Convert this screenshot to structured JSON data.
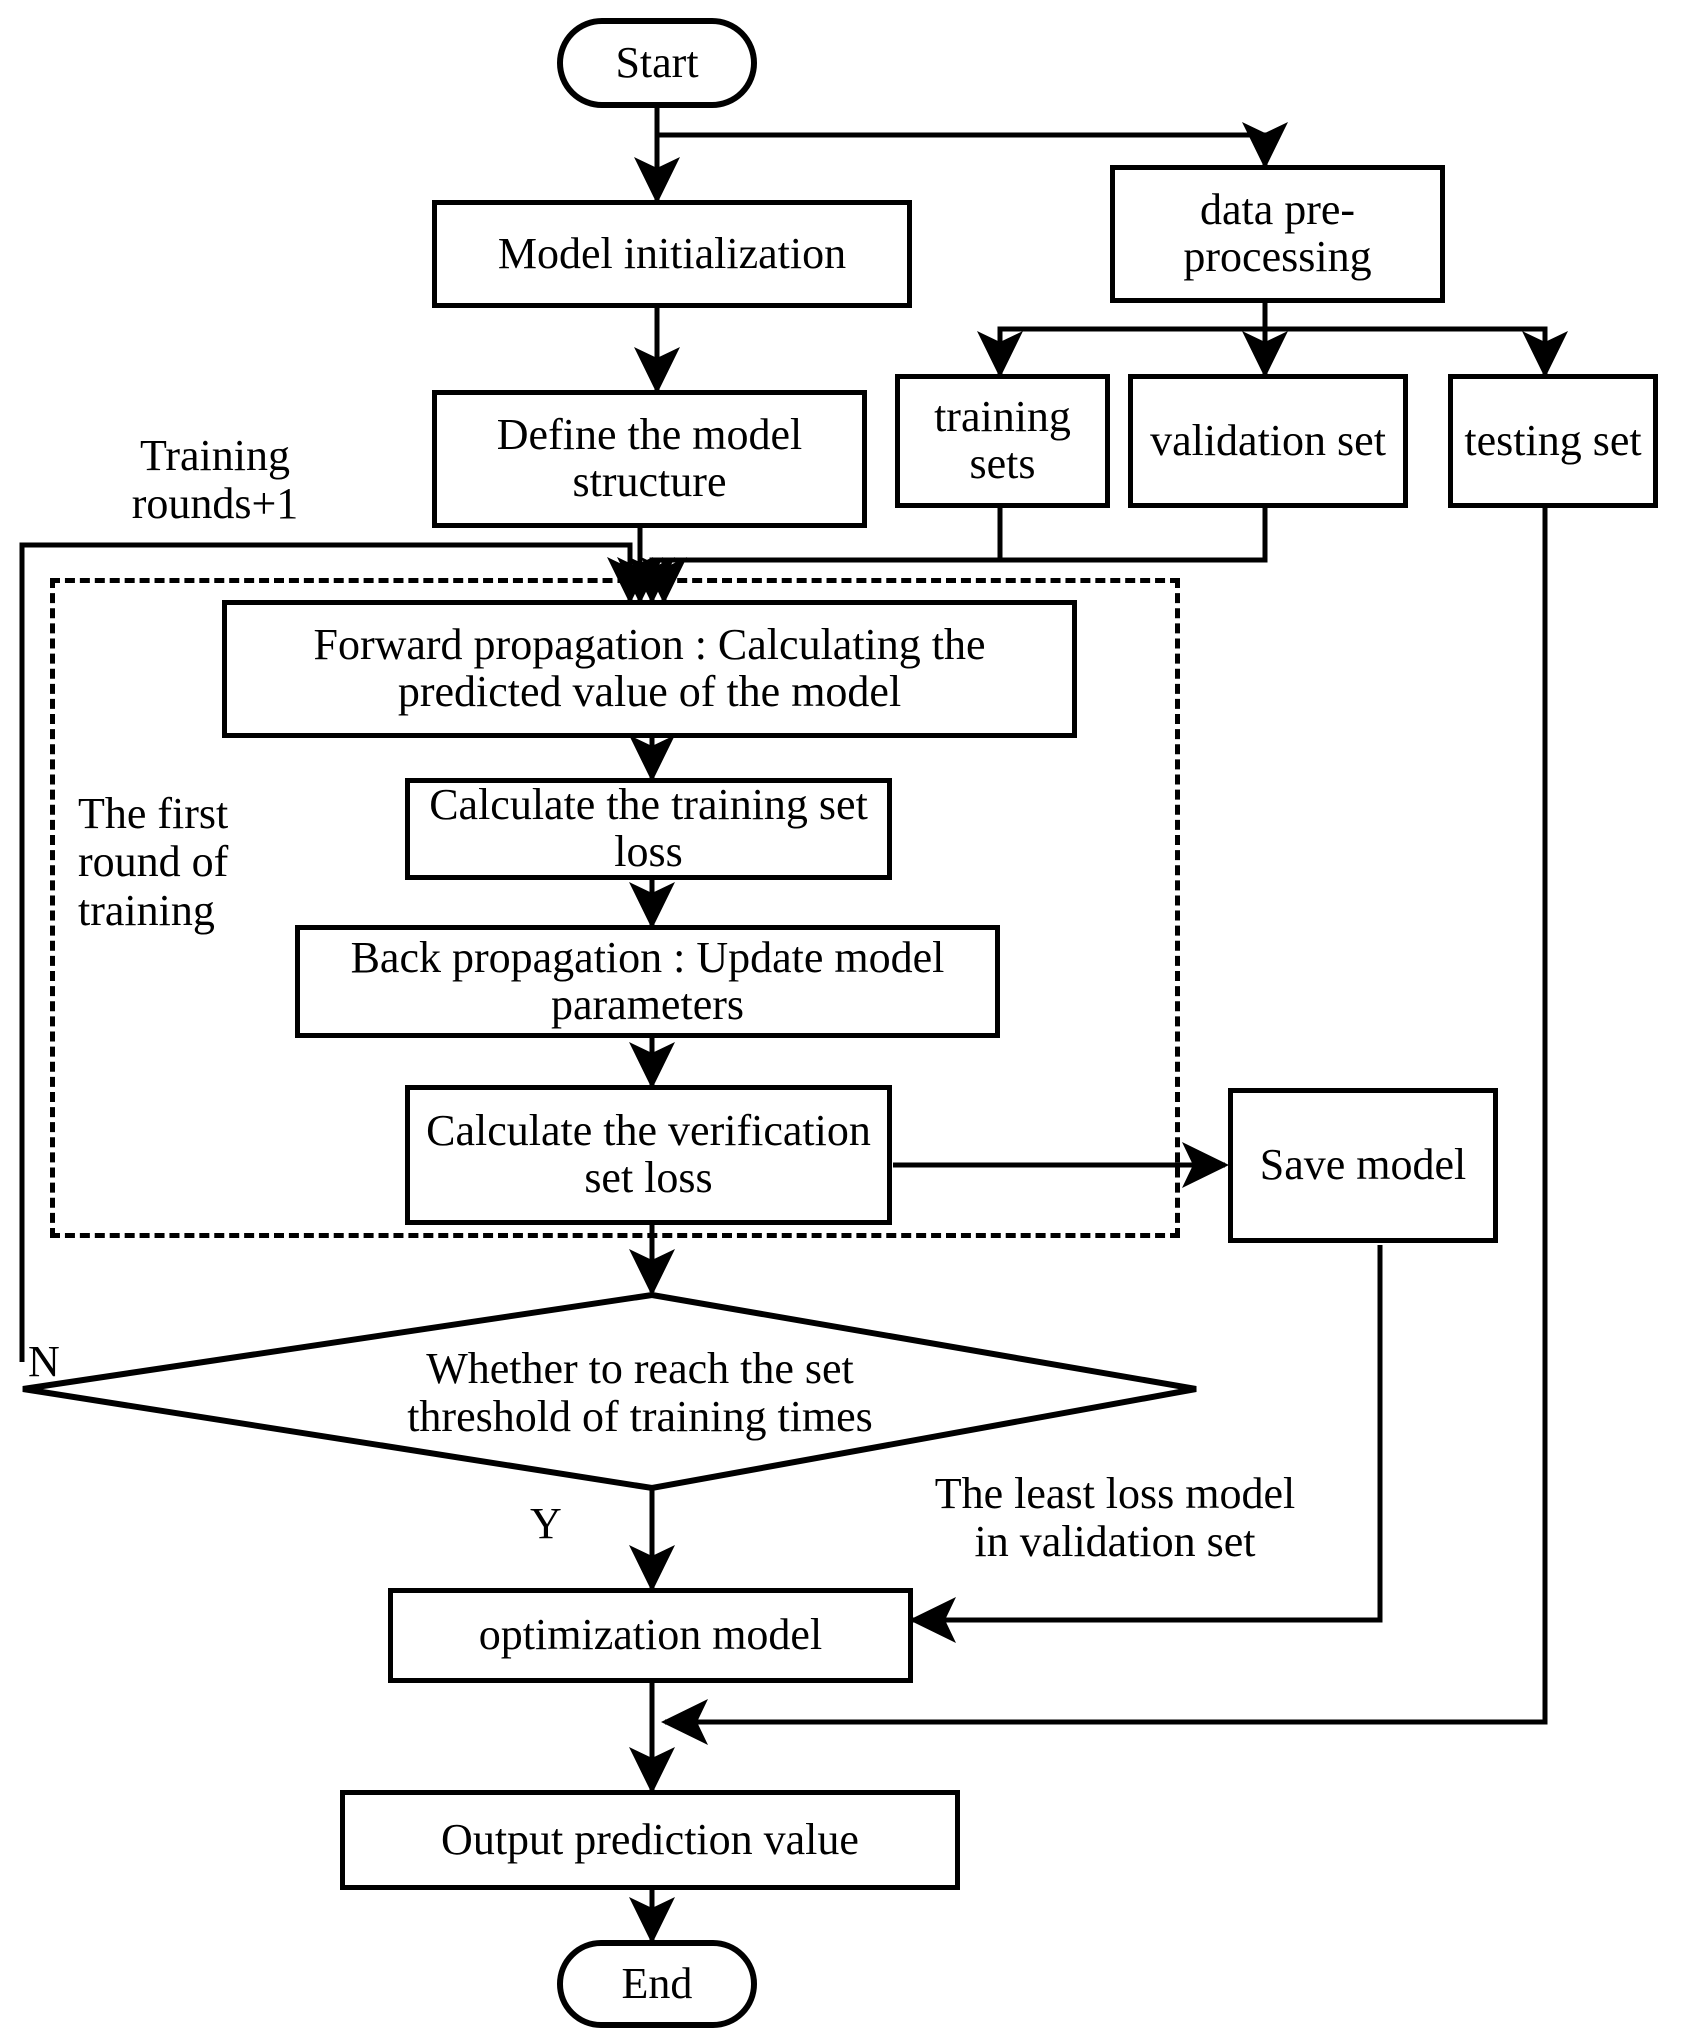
{
  "diagram": {
    "title": "Model training and prediction flowchart",
    "type": "flowchart",
    "orientation": "top-to-bottom",
    "stroke_color": "#000000",
    "background_color": "#ffffff"
  },
  "nodes": {
    "start": {
      "label": "Start",
      "shape": "terminal"
    },
    "model_init": {
      "label": "Model initialization",
      "shape": "process"
    },
    "data_pre": {
      "label": "data pre-\nprocessing",
      "shape": "process"
    },
    "define_structure": {
      "label": "Define the model\nstructure",
      "shape": "process"
    },
    "training_sets": {
      "label": "training\nsets",
      "shape": "process"
    },
    "validation_set": {
      "label": "validation\nset",
      "shape": "process"
    },
    "testing_set": {
      "label": "testing\nset",
      "shape": "process"
    },
    "forward_prop": {
      "label": "Forward propagation : Calculating\nthe predicted value of the model",
      "shape": "process"
    },
    "train_loss": {
      "label": "Calculate the\ntraining set loss",
      "shape": "process"
    },
    "back_prop": {
      "label": "Back propagation :\nUpdate model parameters",
      "shape": "process"
    },
    "verify_loss": {
      "label": "Calculate the\nverification set loss",
      "shape": "process"
    },
    "save_model": {
      "label": "Save\nmodel",
      "shape": "process"
    },
    "decision": {
      "label": "Whether to reach the set\nthreshold of training times",
      "shape": "decision"
    },
    "optimization_model": {
      "label": "optimization model",
      "shape": "process"
    },
    "output_prediction": {
      "label": "Output prediction value",
      "shape": "process"
    },
    "end": {
      "label": "End",
      "shape": "terminal"
    }
  },
  "group_labels": {
    "first_round": "The first\nround of\ntraining"
  },
  "annotations": {
    "training_rounds": "Training\nrounds+1",
    "branch_no": "N",
    "branch_yes": "Y",
    "least_loss": "The least loss model\nin validation set"
  }
}
